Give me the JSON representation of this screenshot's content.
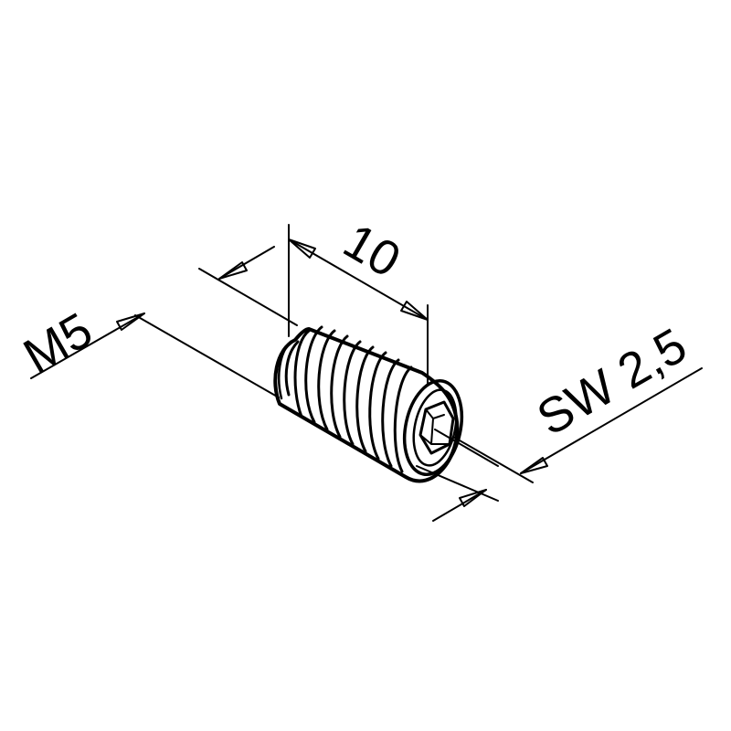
{
  "labels": {
    "length": "10",
    "thread": "M5",
    "hex_socket": "SW 2,5"
  }
}
